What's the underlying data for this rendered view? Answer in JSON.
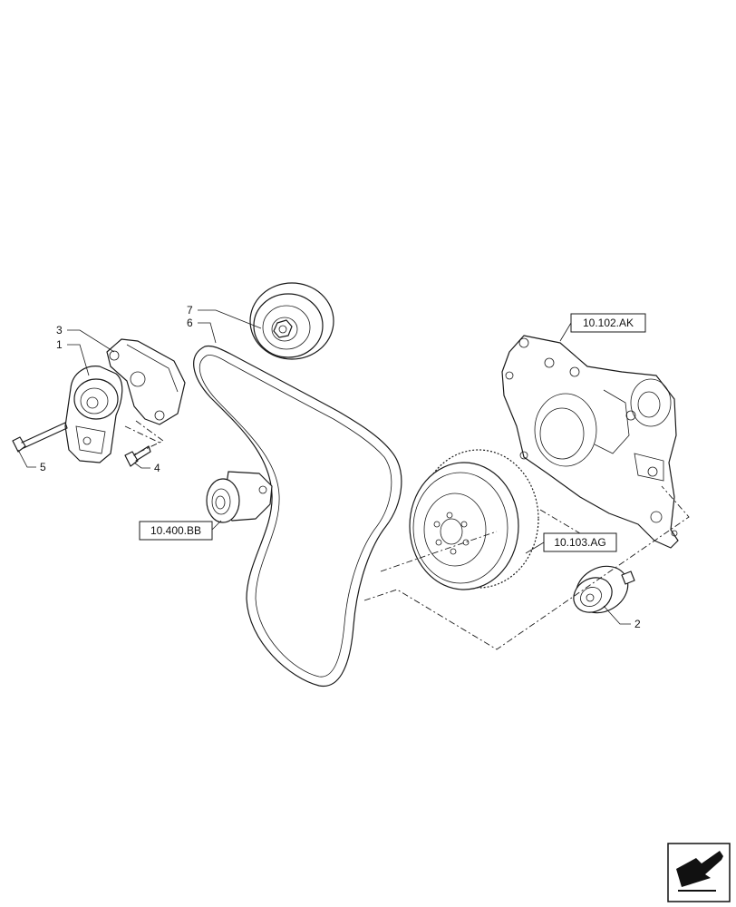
{
  "callouts": {
    "c1": "1",
    "c2": "2",
    "c3": "3",
    "c4": "4",
    "c5": "5",
    "c6": "6",
    "c7": "7"
  },
  "references": {
    "r_ak": "10.102.AK",
    "r_bb": "10.400.BB",
    "r_ag": "10.103.AG"
  },
  "icons": {
    "nav": "back-arrow-icon"
  }
}
